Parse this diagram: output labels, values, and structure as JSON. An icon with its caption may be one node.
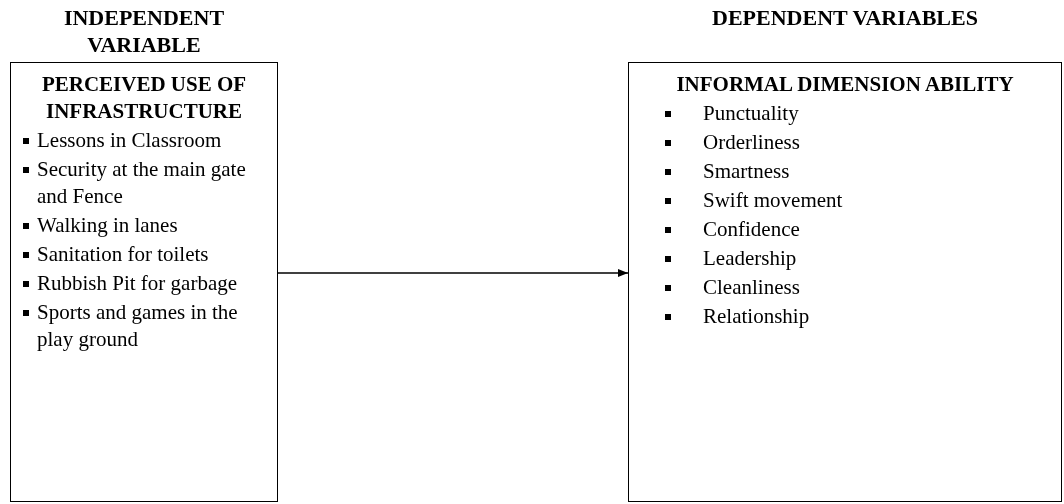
{
  "diagram": {
    "nodes": [
      {
        "text": [
          "INDEPENDENT VARIABLE",
          "PERCEIVED USE OF INFRASTRUCTURE",
          "Lessons in Classroom",
          "Security at the main gate and Fence",
          "Walking in lanes",
          "Sanitation for toilets",
          "Rubbish Pit for garbage",
          "Sports and games in the play ground"
        ]
      },
      {
        "text": [
          "DEPENDENT VARIABLES",
          "INFORMAL DIMENSION ABILITY",
          "Punctuality",
          "Orderliness",
          "Smartness",
          "Swift movement",
          "Confidence",
          "Leadership",
          "Cleanliness",
          "Relationship"
        ]
      }
    ],
    "edges": [
      {
        "from": 0,
        "to": 1,
        "arrow": "to"
      }
    ]
  }
}
